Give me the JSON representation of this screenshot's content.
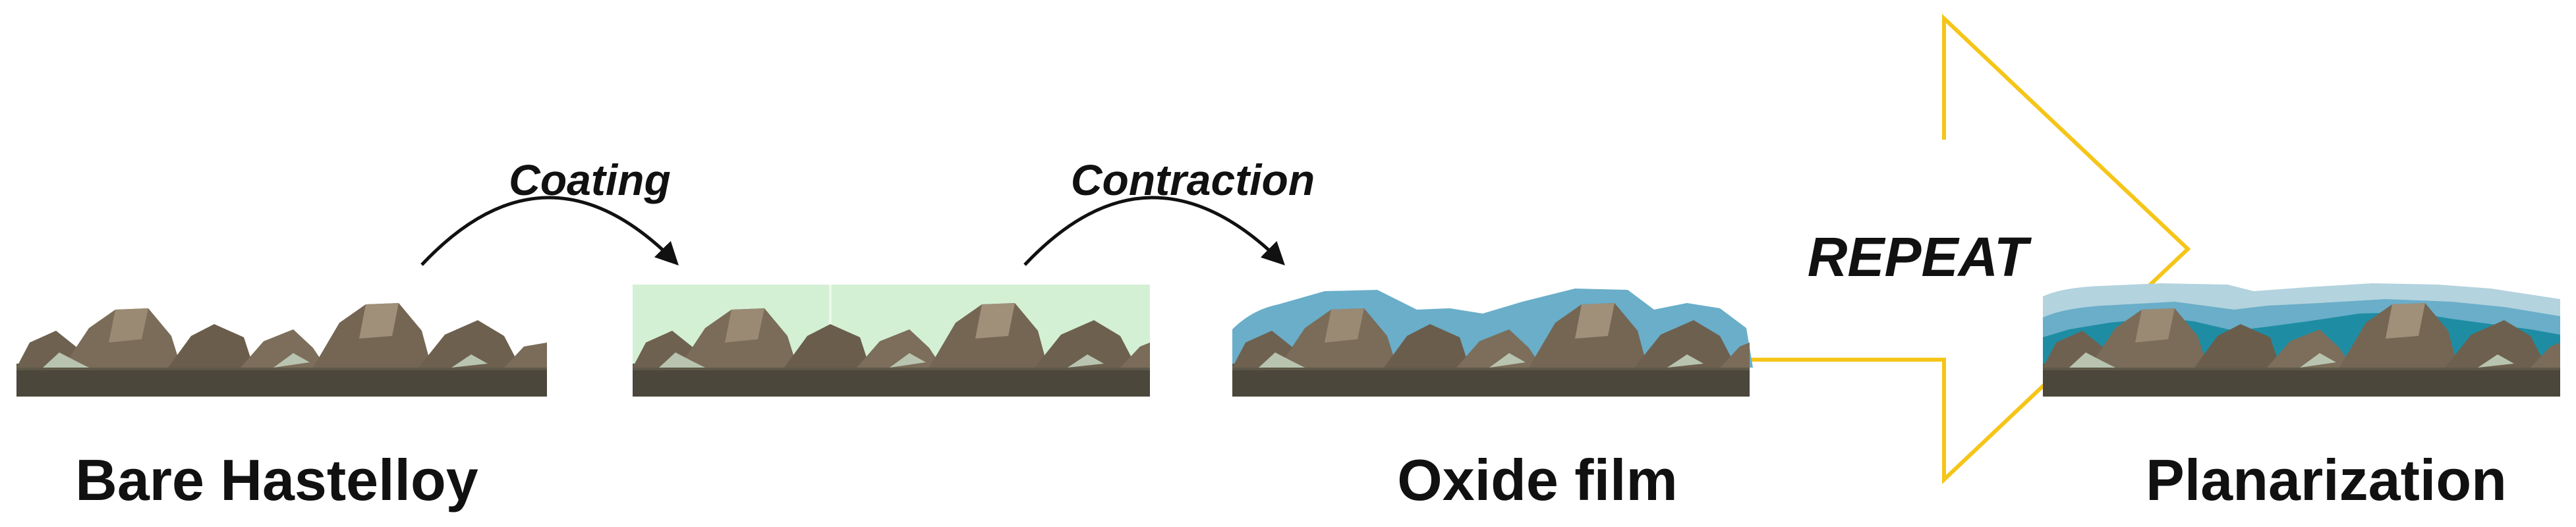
{
  "stages": [
    {
      "label": "Bare Hastelloy"
    },
    {
      "label": ""
    },
    {
      "label": "Oxide film"
    },
    {
      "label": "Planarization"
    }
  ],
  "processes": [
    {
      "label": "Coating"
    },
    {
      "label": "Contraction"
    }
  ],
  "repeat": {
    "label": "REPEAT"
  },
  "colors": {
    "substrate_dark": "#4b473b",
    "rock_tone": "#7a6c58",
    "coating_green": "#d4f0d4",
    "oxide_blue": "#6aaec9",
    "oxide_teal": "#1e8da4",
    "oxide_light": "#b3d3de",
    "repeat_arrow": "#f5c518",
    "curved_arrow": "#111111"
  }
}
